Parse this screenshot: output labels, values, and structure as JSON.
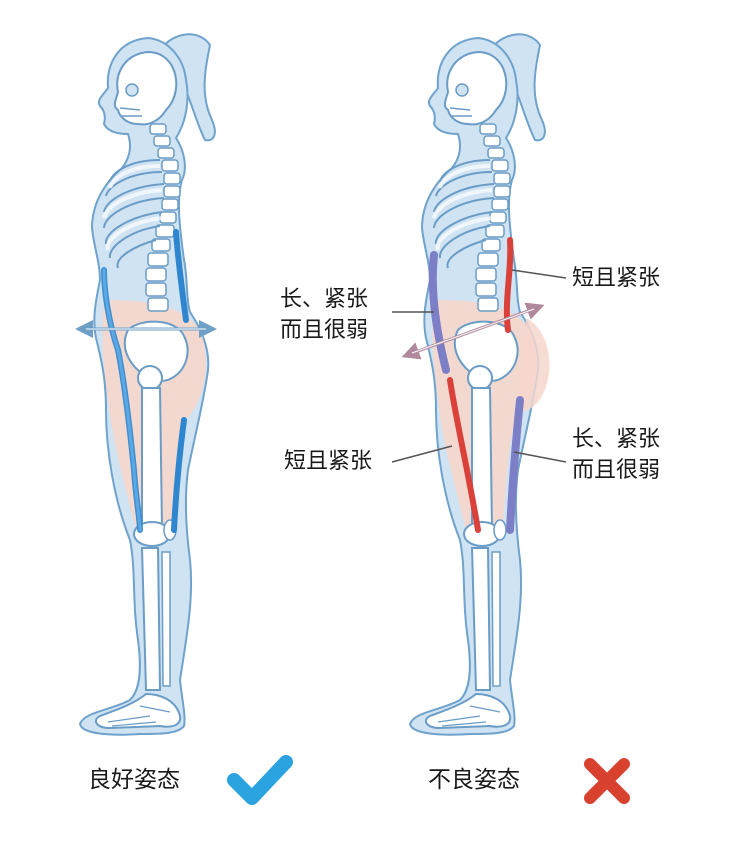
{
  "figures": {
    "good": {
      "caption": "良好姿态",
      "mark_icon": "check-icon",
      "mark_color": "#2aa3e0",
      "muscle_color": "#2f86cf"
    },
    "bad": {
      "caption": "不良姿态",
      "mark_icon": "cross-icon",
      "mark_color": "#d9412f",
      "tight_color": "#d9413a",
      "weak_color": "#7c7fc6",
      "labels": {
        "abdominal": "长、紧张\n而且很弱",
        "back": "短且紧张",
        "hip_flexor": "短且紧张",
        "hamstring": "长、紧张\n而且很弱"
      }
    }
  },
  "colors": {
    "body_fill": "#cfe3f3",
    "body_stroke": "#6fa2cc",
    "bone_fill": "#ffffff",
    "bone_stroke": "#6a9cc6",
    "soft_tissue": "#f6d6cc"
  }
}
